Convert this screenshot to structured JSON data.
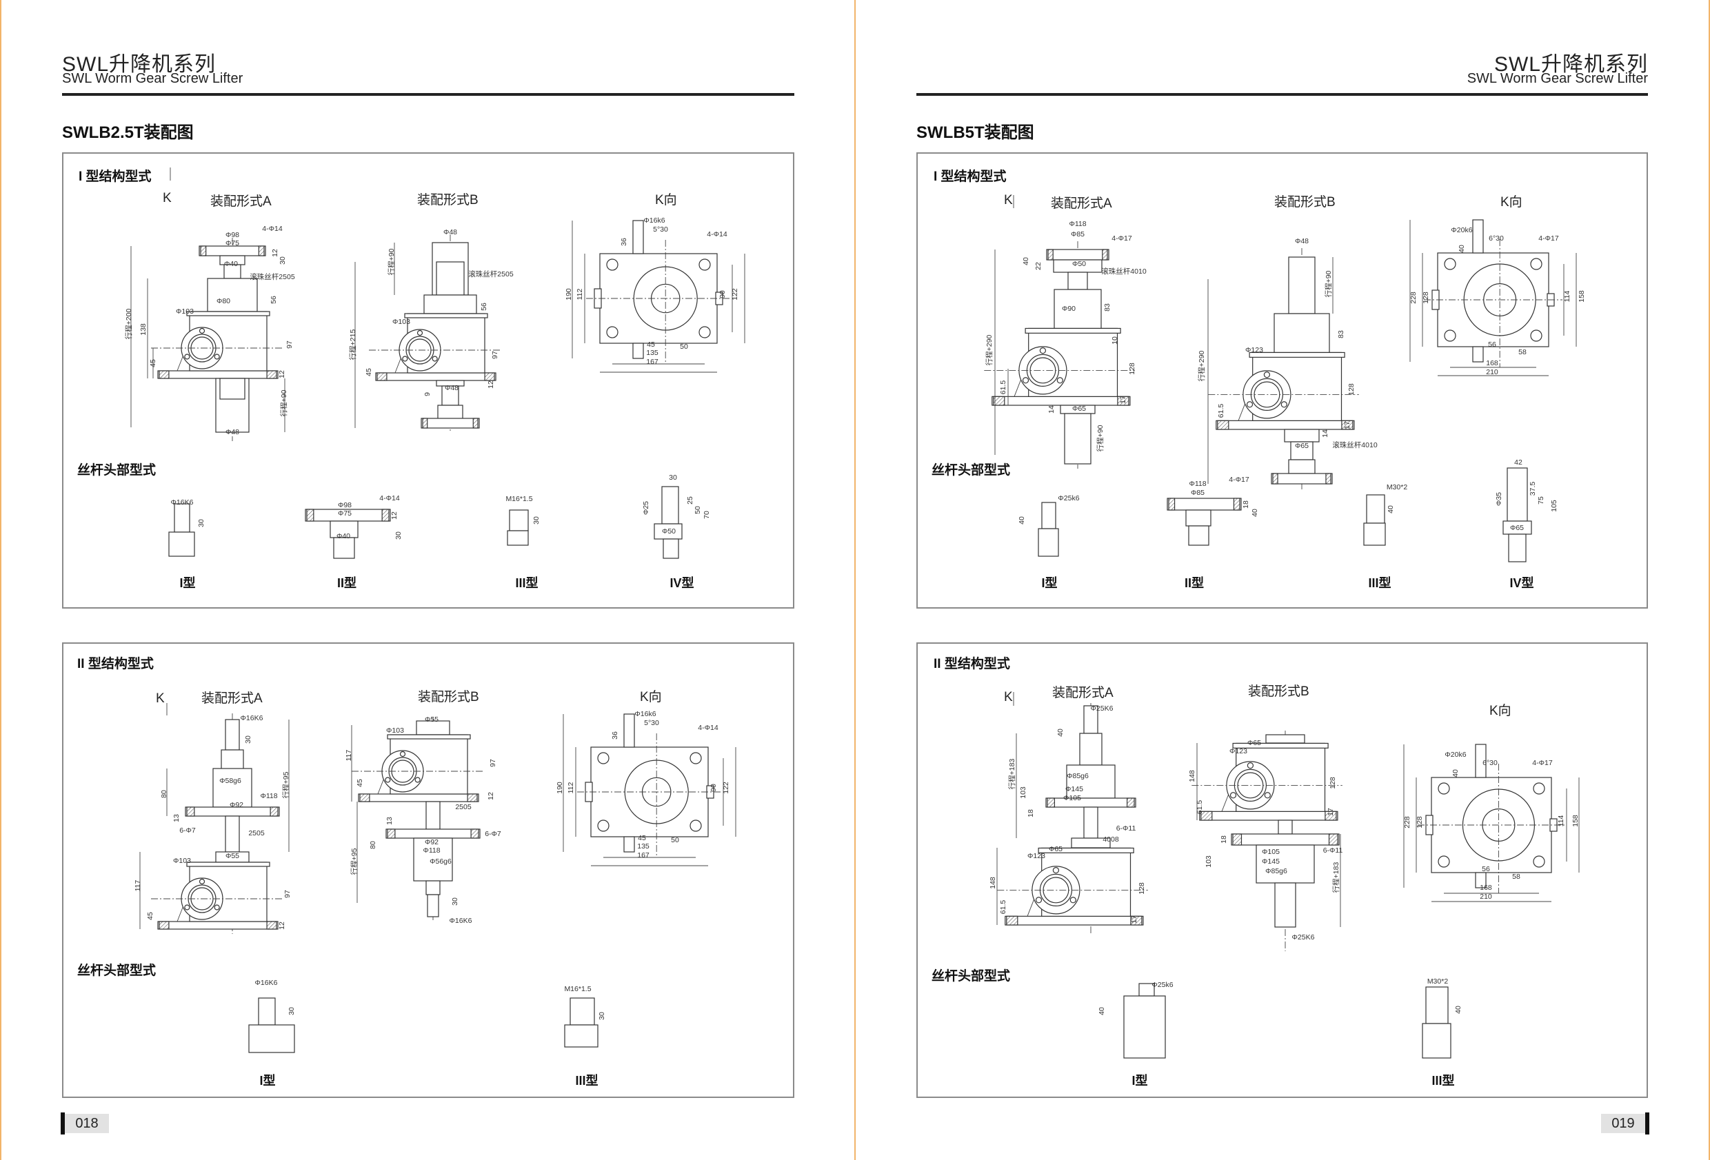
{
  "header": {
    "title": "SWL升降机系列",
    "subtitle": "SWL Worm  Gear Screw Lifter"
  },
  "left_page": {
    "section_title": "SWLB2.5T装配图",
    "page_number": "018",
    "box1": {
      "title": "I 型结构型式",
      "k_arrow": "K",
      "form_a": "装配形式A",
      "form_b": "装配形式B",
      "k_view": "K向",
      "head_title": "丝杆头部型式"
    },
    "box2": {
      "title": "II 型结构型式",
      "k_arrow": "K",
      "form_a": "装配形式A",
      "form_b": "装配形式B",
      "k_view": "K向",
      "head_title": "丝杆头部型式"
    }
  },
  "right_page": {
    "section_title": "SWLB5T装配图",
    "page_number": "019",
    "box1": {
      "title": "I 型结构型式",
      "k_arrow": "K",
      "form_a": "装配形式A",
      "form_b": "装配形式B",
      "k_view": "K向",
      "head_title": "丝杆头部型式"
    },
    "box2": {
      "title": "II 型结构型式",
      "k_arrow": "K",
      "form_a": "装配形式A",
      "form_b": "装配形式B",
      "k_view": "K向",
      "head_title": "丝杆头部型式"
    }
  },
  "drawings": {
    "l1a": [
      "4-Φ14",
      "Φ98",
      "Φ75",
      "30",
      "12",
      "Φ40",
      "滚珠丝杆2505",
      "56",
      "Φ80",
      "Φ103",
      "行程+200",
      "138",
      "97",
      "45",
      "12",
      "行程+90",
      "Φ48"
    ],
    "l1b": [
      "Φ48",
      "行程+90",
      "滚珠丝杆2505",
      "56",
      "Φ103",
      "行程+215",
      "97",
      "45",
      "12",
      "Φ48",
      "9"
    ],
    "l1k": [
      "Φ16k6",
      "5°30",
      "4-Φ14",
      "36",
      "190",
      "112",
      "90",
      "122",
      "45",
      "135",
      "50",
      "167"
    ],
    "l1h1": [
      "Φ16K6",
      "30"
    ],
    "l1h2": [
      "4-Φ14",
      "Φ98",
      "Φ75",
      "Φ40",
      "12",
      "30"
    ],
    "l1h3": [
      "M16*1.5",
      "30"
    ],
    "l1h4": [
      "30",
      "Φ25",
      "25",
      "50",
      "70",
      "Φ50"
    ],
    "l1types": [
      "I型",
      "II型",
      "III型",
      "IV型"
    ],
    "l2a": [
      "Φ16K6",
      "30",
      "行程+95",
      "80",
      "Φ58g6",
      "Φ118",
      "Φ92",
      "13",
      "6-Φ7",
      "2505",
      "Φ55",
      "Φ103",
      "117",
      "97",
      "45",
      "12"
    ],
    "l2b": [
      "Φ55",
      "Φ103",
      "117",
      "97",
      "45",
      "12",
      "2505",
      "13",
      "6-Φ7",
      "80",
      "Φ92",
      "Φ118",
      "Φ56g6",
      "行程+95",
      "30",
      "Φ16K6"
    ],
    "l2k": [
      "Φ16k6",
      "5°30",
      "4-Φ14",
      "36",
      "190",
      "112",
      "90",
      "122",
      "45",
      "135",
      "50",
      "167"
    ],
    "l2h1": [
      "Φ16K6",
      "30"
    ],
    "l2h3": [
      "M16*1.5",
      "30"
    ],
    "l2types": [
      "I型",
      "III型"
    ],
    "r1a": [
      "Φ118",
      "Φ85",
      "4-Φ17",
      "40",
      "22",
      "Φ50",
      "滚珠丝杆4010",
      "Φ90",
      "83",
      "10",
      "行程+290",
      "128",
      "61.5",
      "17",
      "14",
      "Φ65",
      "行程+90"
    ],
    "r1b": [
      "Φ48",
      "行程+90",
      "83",
      "Φ123",
      "行程+290",
      "128",
      "61.5",
      "17",
      "14",
      "Φ65",
      "滚珠丝杆4010"
    ],
    "r1k": [
      "Φ20k6",
      "6°30",
      "4-Φ17",
      "40",
      "228",
      "128",
      "114",
      "158",
      "56",
      "58",
      "168",
      "210"
    ],
    "r1h1": [
      "Φ25k6",
      "40"
    ],
    "r1h2": [
      "Φ118",
      "Φ85",
      "4-Φ17",
      "18",
      "40"
    ],
    "r1h3": [
      "M30*2",
      "40"
    ],
    "r1h4": [
      "42",
      "Φ35",
      "37.5",
      "75",
      "105",
      "Φ65"
    ],
    "r1types": [
      "I型",
      "II型",
      "III型",
      "IV型"
    ],
    "r2a": [
      "Φ25K6",
      "40",
      "行程+183",
      "103",
      "Φ85g6",
      "Φ145",
      "Φ105",
      "18",
      "6-Φ11",
      "4008",
      "Φ65",
      "Φ123",
      "148",
      "128",
      "61.5",
      "17"
    ],
    "r2b": [
      "Φ65",
      "Φ123",
      "148",
      "128",
      "61.5",
      "17",
      "18",
      "Φ105",
      "Φ145",
      "Φ85g6",
      "6-Φ11",
      "103",
      "行程+183",
      "Φ25K6"
    ],
    "r2k": [
      "Φ20k6",
      "6°30",
      "4-Φ17",
      "40",
      "228",
      "128",
      "114",
      "158",
      "56",
      "58",
      "168",
      "210"
    ],
    "r2h1": [
      "Φ25k6",
      "40"
    ],
    "r2h3": [
      "M30*2",
      "40"
    ],
    "r2types": [
      "I型",
      "III型"
    ]
  }
}
